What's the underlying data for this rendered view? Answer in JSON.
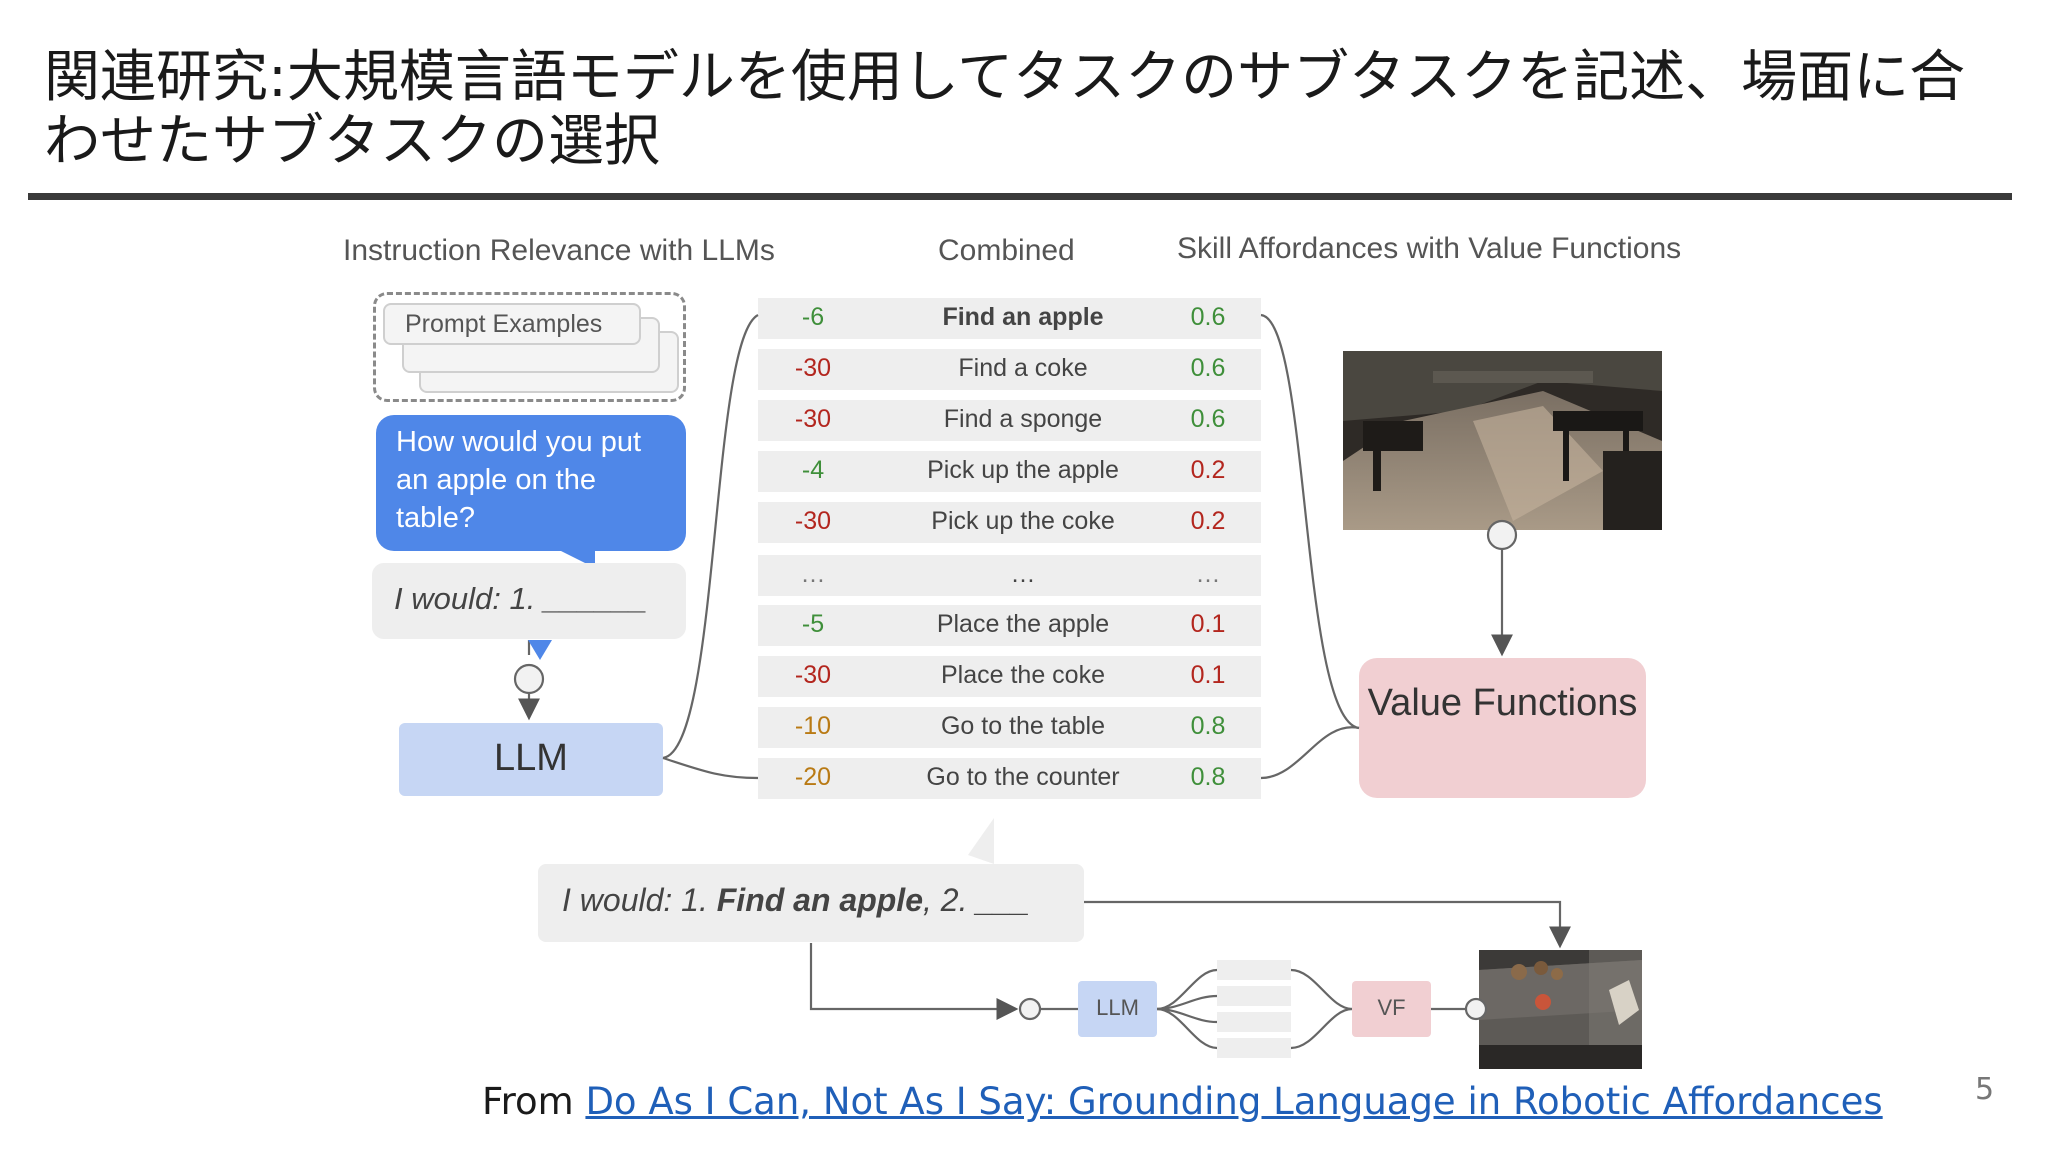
{
  "slide": {
    "title": "関連研究:大規模言語モデルを使用してタスクのサブタスクを記述、場面に合わせたサブタスクの選択",
    "page_number": "5"
  },
  "diagram": {
    "headers": {
      "instruction": "Instruction Relevance with LLMs",
      "combined": "Combined",
      "affordance": "Skill Affordances with Value Functions"
    },
    "prompt_examples_label": "Prompt Examples",
    "question": "How would you put an apple on the table?",
    "answer_prefix": "I would: 1. ______",
    "llm_label": "LLM",
    "value_functions_label": "Value Functions",
    "rows": [
      {
        "llm": "-6",
        "skill": "Find an apple",
        "vf": "0.6"
      },
      {
        "llm": "-30",
        "skill": "Find a coke",
        "vf": "0.6"
      },
      {
        "llm": "-30",
        "skill": "Find a sponge",
        "vf": "0.6"
      },
      {
        "llm": "-4",
        "skill": "Pick up the apple",
        "vf": "0.2"
      },
      {
        "llm": "-30",
        "skill": "Pick up the coke",
        "vf": "0.2"
      },
      {
        "llm": "…",
        "skill": "…",
        "vf": "…"
      },
      {
        "llm": "-5",
        "skill": "Place the apple",
        "vf": "0.1"
      },
      {
        "llm": "-30",
        "skill": "Place the coke",
        "vf": "0.1"
      },
      {
        "llm": "-10",
        "skill": "Go to the table",
        "vf": "0.8"
      },
      {
        "llm": "-20",
        "skill": "Go to the counter",
        "vf": "0.8"
      }
    ],
    "next_step": {
      "prefix": "I would: 1. ",
      "chosen": "Find an apple",
      "suffix": ", 2. ___"
    },
    "mini_llm_label": "LLM",
    "mini_vf_label": "VF"
  },
  "citation": {
    "prefix": "From ",
    "link_text": "Do As I Can, Not As I Say: Grounding Language in Robotic Affordances"
  },
  "colors": {
    "llm_blue": "#c6d6f4",
    "question_blue": "#4f87e8",
    "vf_pink": "#f1cfd2",
    "score_green": "#3f8f3a",
    "score_red": "#b3261e",
    "score_orange": "#b97a14",
    "link": "#1f5fb8"
  }
}
